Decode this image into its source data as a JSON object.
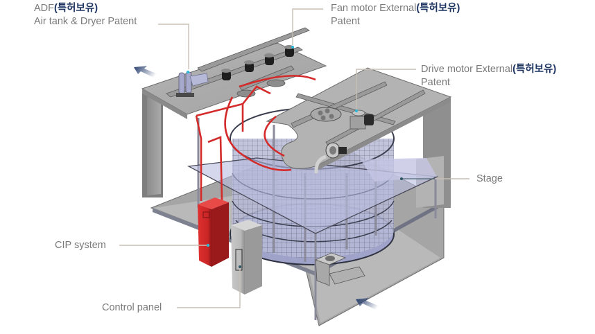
{
  "callouts": {
    "adf": {
      "line1_prefix": "ADF",
      "line1_highlight": "(특허보유)",
      "line2": "Air tank & Dryer Patent"
    },
    "fan_motor": {
      "line1_prefix": "Fan motor External",
      "line1_highlight": "(특허보유)",
      "line2": "Patent"
    },
    "drive_motor": {
      "line1_prefix": "Drive motor External",
      "line1_highlight": "(특허보유)",
      "line2": "Patent"
    },
    "stage": {
      "label": "Stage"
    },
    "cip": {
      "label": "CIP system"
    },
    "control_panel": {
      "label": "Control panel"
    }
  },
  "flow_arrows": [
    {
      "name": "outlet-arrow",
      "direction": "up-left"
    },
    {
      "name": "inlet-arrow",
      "direction": "up-left"
    }
  ],
  "colors": {
    "label_text": "#7a7a7a",
    "highlight_text": "#1d3461",
    "leader_line": "#c9bfb5",
    "cip_red": "#d8282b",
    "pipe_red": "#d42a2a",
    "stage_glass": "#b9bde0",
    "body_gray": "#a8a8a8",
    "arrow_blue": "#223a6b"
  }
}
